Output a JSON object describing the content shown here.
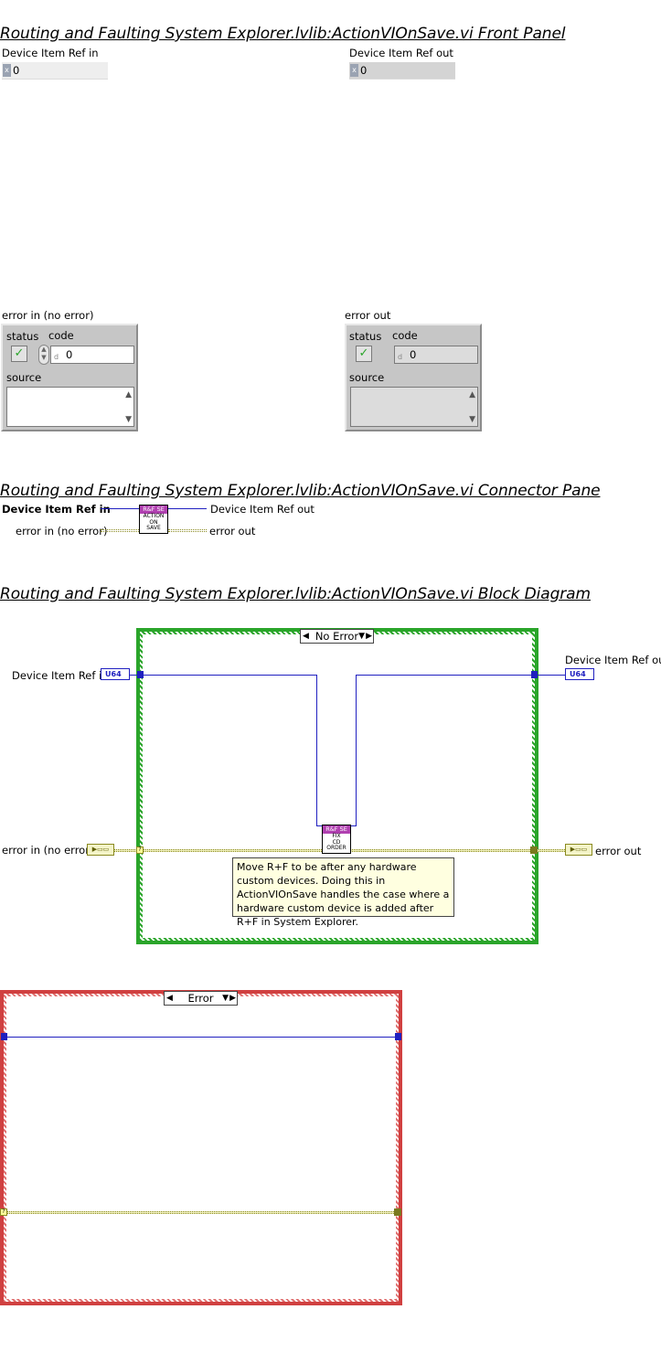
{
  "front_panel": {
    "title": "Routing and Faulting System Explorer.lvlib:ActionVIOnSave.vi Front Panel",
    "device_in": {
      "label": "Device Item Ref in",
      "value": "0"
    },
    "device_out": {
      "label": "Device Item Ref out",
      "value": "0"
    },
    "error_in": {
      "label": "error in (no error)",
      "status": "status",
      "code": "code",
      "code_value": "0",
      "source": "source"
    },
    "error_out": {
      "label": "error out",
      "status": "status",
      "code": "code",
      "code_value": "0",
      "source": "source"
    }
  },
  "connector_pane": {
    "title": "Routing and Faulting System Explorer.lvlib:ActionVIOnSave.vi Connector Pane",
    "in_ref": "Device Item Ref in",
    "out_ref": "Device Item Ref out",
    "in_err": "error in (no error)",
    "out_err": "error out",
    "icon_header": "R&F SE",
    "icon_lines": [
      "ACTION",
      "ON",
      "SAVE"
    ]
  },
  "block_diagram": {
    "title": "Routing and Faulting System Explorer.lvlib:ActionVIOnSave.vi Block Diagram",
    "in_ref": "Device Item Ref in",
    "out_ref": "Device Item Ref out",
    "in_err": "error in (no error)",
    "out_err": "error out",
    "ref_type": "U64",
    "case_no_error": "No Error",
    "case_error": "Error",
    "subvi_header": "R&F SE",
    "subvi_lines": [
      "FIX",
      "CD",
      "ORDER"
    ],
    "comment": "Move R+F to be after any hardware custom devices. Doing this in ActionVIOnSave handles the case where a hardware custom device is added after R+F in System Explorer.",
    "colors": {
      "ref_wire": "#2020c0",
      "error_wire": "#8a8a20",
      "no_error_frame": "#2aa52a",
      "error_frame": "#d04040",
      "subvi_header": "#b040b0"
    }
  }
}
